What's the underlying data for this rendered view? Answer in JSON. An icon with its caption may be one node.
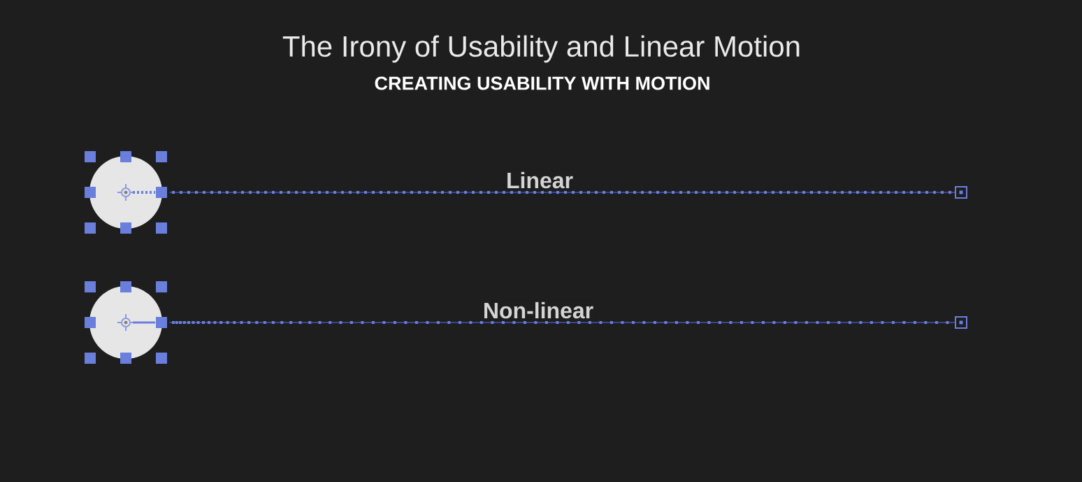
{
  "diagram": {
    "title": "The Irony of Usability and Linear Motion",
    "nodes": [
      {
        "text": [],
        "shape": "circle"
      },
      {
        "text": [],
        "shape": "box"
      },
      {
        "text": [],
        "shape": "circle"
      },
      {
        "text": [],
        "shape": "box"
      }
    ],
    "edges": [
      {
        "from": 0,
        "to": 1,
        "arrow": "none",
        "label": "Linear"
      },
      {
        "from": 2,
        "to": 3,
        "arrow": "none",
        "label": "Non-linear"
      }
    ],
    "labels": [
      "CREATING USABILITY WITH MOTION"
    ]
  }
}
